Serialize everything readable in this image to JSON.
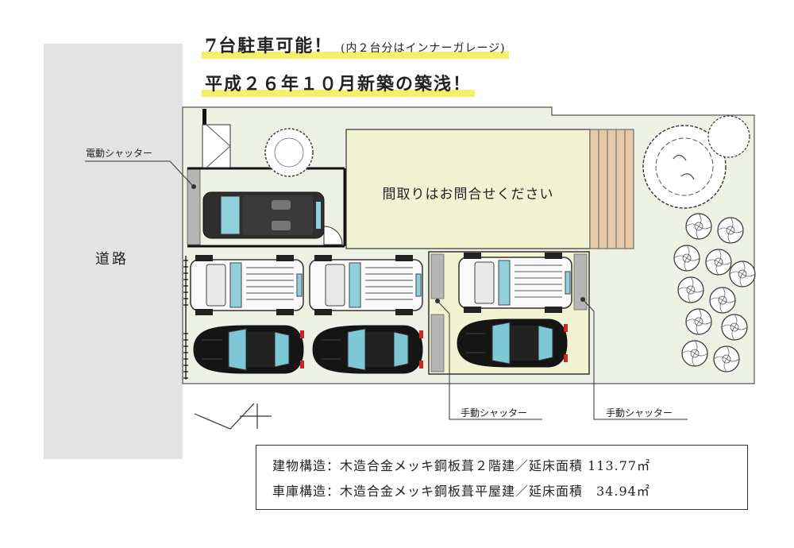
{
  "headline": {
    "line1_main": "7台駐車可能！",
    "line1_sub": "(内２台分はインナーガレージ)",
    "line2": "平成２６年１０月新築の築浅！"
  },
  "road_label": "道路",
  "house_label": "間取りはお問合せください",
  "callouts": {
    "electric_shutter": "電動シャッター",
    "manual_shutter_1": "手動シャッター",
    "manual_shutter_2": "手動シャッター"
  },
  "info": {
    "line1": "建物構造：木造合金メッキ鋼板葺２階建／延床面積 113.77㎡",
    "line2": "車庫構造：木造合金メッキ鋼板葺平屋建／延床面積　34.94㎡"
  },
  "colors": {
    "highlight": "#f6ef6a",
    "lot": "#eef2e4",
    "house": "#f2f3d3",
    "deck": "#e6c9a8",
    "road": "#e3e3e3"
  }
}
